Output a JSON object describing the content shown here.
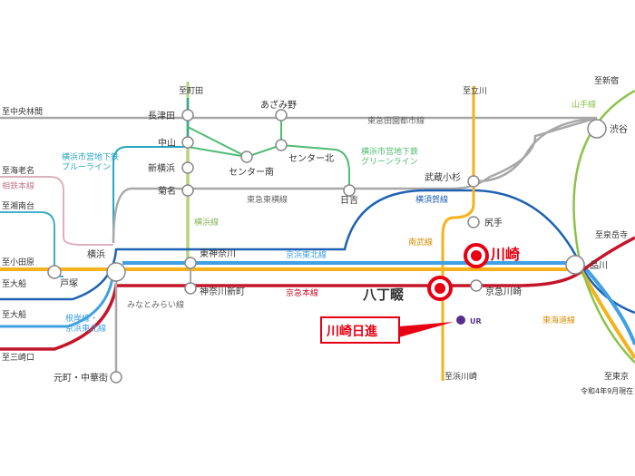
{
  "colors": {
    "jr_yellow": "#f5b21c",
    "jr_blue": "#3fa0e3",
    "keikyu_red": "#c4162b",
    "tokyu_green": "#a7cc6a",
    "yokohama_line": "#b5d47e",
    "grey": "#a8a8a8",
    "subway_teal": "#29a6c2",
    "green_line": "#4fbb73",
    "sotetsu_pink": "#dcb1bd",
    "yokosuka_blue": "#1f62b3",
    "yamanote_green": "#8bc34a",
    "accent_red": "#e60012"
  },
  "directions": {
    "machida": "至町田",
    "tachikawa": "至立川",
    "shinjuku": "至新宿",
    "chuorinkan": "至中央林間",
    "ebina": "至海老名",
    "shonandai": "至湘南台",
    "odawara": "至小田原",
    "ofuna1": "至大船",
    "ofuna2": "至大船",
    "misakiguchi": "至三崎口",
    "hamakawasaki": "至浜川崎",
    "izumidake": "至泉岳寺",
    "tokyo": "至東京"
  },
  "stations": {
    "nagatsuta": "長津田",
    "azamino": "あざみ野",
    "nakayama": "中山",
    "shinyokohama": "新横浜",
    "center_minami": "センター南",
    "center_kita": "センター北",
    "kikuna": "菊名",
    "hiyoshi": "日吉",
    "musashikosugi": "武蔵小杉",
    "shibuya": "渋谷",
    "shiriute": "尻手",
    "higashikanagawa": "東神奈川",
    "yokohama": "横浜",
    "shinagawa": "品川",
    "totsuka": "戸塚",
    "kanagawashinmachi": "神奈川新町",
    "keikyu_kawasaki": "京急川崎",
    "motomachi": "元町・中華街",
    "kawasaki": "川崎",
    "hatchonawate": "八丁畷"
  },
  "lines": {
    "denentoshi": "東急田園都市線",
    "yamanote": "山手線",
    "blue_line": "横浜市営地下鉄\nブルーライン",
    "green_line": "横浜市営地下鉄\nグリーンライン",
    "sotetsu": "相鉄本線",
    "toyoko": "東急東横線",
    "yokosuka": "横須賀線",
    "yokohama_line": "横浜線",
    "nambu": "南武線",
    "keihin_tohoku": "京浜東北線",
    "keikyu": "京急本線",
    "minatomirai": "みなとみらい線",
    "negishi": "根岸線・\n京浜東北線",
    "tokaido": "東海道線"
  },
  "destination": {
    "label": "川崎日進",
    "logo_text": "UR"
  },
  "note": "令和4年9月現在"
}
